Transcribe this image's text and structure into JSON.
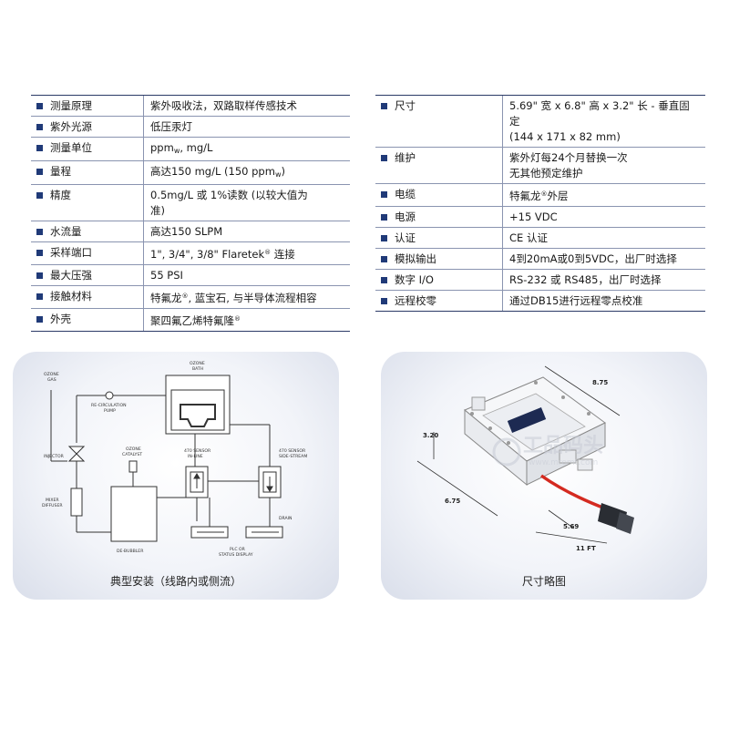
{
  "left_specs": [
    {
      "label": "测量原理",
      "value": [
        "紫外吸收法，双路取样传感技术"
      ]
    },
    {
      "label": "紫外光源",
      "value": [
        "低压汞灯"
      ]
    },
    {
      "label": "测量单位",
      "value_pre": "ppm",
      "value_sub": "w",
      "value_post": ", mg/L"
    },
    {
      "label": "量程",
      "value_pre": "高达150 mg/L (150 ppm",
      "value_sub": "w",
      "value_post": ")"
    },
    {
      "label": "精度",
      "value": [
        "0.5mg/L 或 1%读数 (以较大值为",
        "准)"
      ]
    },
    {
      "label": "水流量",
      "value": [
        "高达150 SLPM"
      ]
    },
    {
      "label": "采样端口",
      "value_pre": "1\", 3/4\", 3/8\" Flaretek",
      "value_sup": "®",
      "value_post": " 连接"
    },
    {
      "label": "最大压强",
      "value": [
        "55 PSI"
      ]
    },
    {
      "label": "接触材料",
      "value_pre": "特氟龙",
      "value_sup": "®",
      "value_post": ", 蓝宝石, 与半导体流程相容"
    },
    {
      "label": "外壳",
      "value_pre": "聚四氟乙烯特氟隆",
      "value_sup": "®",
      "value_post": ""
    }
  ],
  "right_specs": [
    {
      "label": "尺寸",
      "value": [
        "5.69\" 宽 x 6.8\" 高 x 3.2\" 长 - 垂直固定",
        "(144 x 171 x 82 mm)"
      ]
    },
    {
      "label": "维护",
      "value": [
        "紫外灯每24个月替换一次",
        "无其他预定维护"
      ]
    },
    {
      "label": "电缆",
      "value_pre": "特氟龙",
      "value_sup": "®",
      "value_post": "外层"
    },
    {
      "label": "电源",
      "value": [
        "+15 VDC"
      ]
    },
    {
      "label": "认证",
      "value": [
        "CE 认证"
      ]
    },
    {
      "label": "模拟输出",
      "value": [
        "4到20mA或0到5VDC，出厂时选择"
      ]
    },
    {
      "label": "数字 I/O",
      "value": [
        "RS-232 或 RS485，出厂时选择"
      ]
    },
    {
      "label": "远程校零",
      "value": [
        "通过DB15进行远程零点校准"
      ]
    }
  ],
  "installation_diagram": {
    "caption": "典型安装（线路内或侧流）",
    "labels": {
      "ozone_gas": [
        "OZONE",
        "GAS"
      ],
      "ozone_bath": [
        "OZONE",
        "BATH"
      ],
      "recirc_pump": [
        "RE-CIRCULATION",
        "PUMP"
      ],
      "injector": "INJECTOR",
      "ozone_catalyst": [
        "OZONE",
        "CATALYST"
      ],
      "sensor_inline": [
        "470 SENSOR",
        "IN-LINE"
      ],
      "sensor_sidestream": [
        "470 SENSOR",
        "SIDE-STREAM"
      ],
      "mixer_diffuser": [
        "MIXER",
        "DIFFUSER"
      ],
      "drain": "DRAIN",
      "de_bubbler": "DE-BUBBLER",
      "plc_display": [
        "PLC OR",
        "STATUS DISPLAY"
      ]
    }
  },
  "dimension_diagram": {
    "caption": "尺寸略图",
    "dims": {
      "width": "8.75",
      "height": "3.20",
      "depth": "6.75",
      "front": "5.69",
      "cable": "11 FT"
    }
  },
  "watermark": {
    "line1": "工品码头",
    "line2": "www.mromt.com"
  },
  "colors": {
    "table_rule": "#2b3a67",
    "bullet": "#203a78",
    "cable_red": "#d42a20",
    "watermark": "#c8ccd6"
  }
}
